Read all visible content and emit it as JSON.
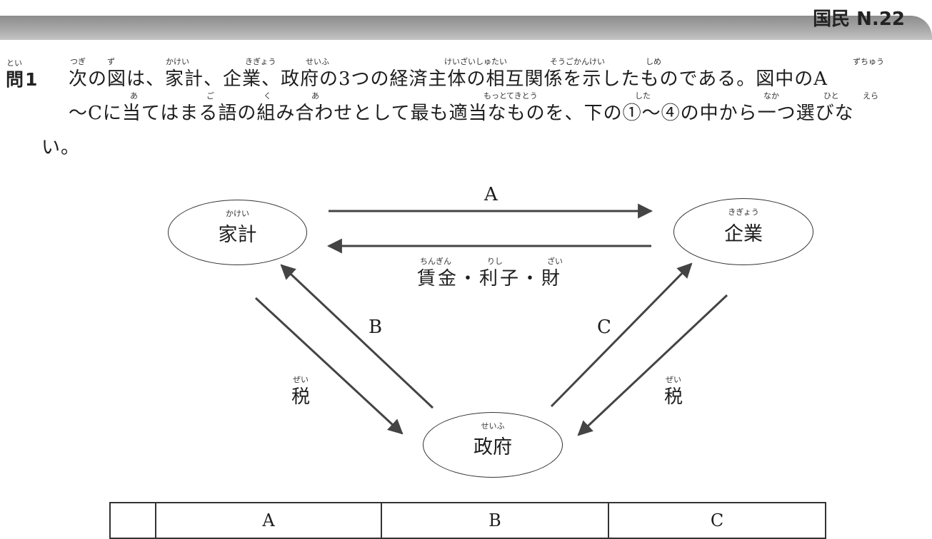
{
  "header": {
    "corner_text": "国民 N.22"
  },
  "question": {
    "label": "問1",
    "line1": "次の図は、家計、企業、政府の3つの経済主体の相互関係を示したものである。図中のA",
    "line2": "～Cに当てはまる語の組み合わせとして最も適当なものを、下の①～④の中から一つ選びな",
    "line3": "い。",
    "ruby": {
      "toi": "とい",
      "tsugi": "つぎ",
      "zu": "ず",
      "kakei": "かけい",
      "kigyou": "きぎょう",
      "seifu": "せいふ",
      "keizai": "けいざいしゅたい",
      "sougo": "そうごかんけい",
      "shime": "しめ",
      "zuchuu": "ずちゅう",
      "a1": "あ",
      "go": "ご",
      "ku": "く",
      "a2": "あ",
      "motto": "もっと",
      "tekitou": "てきとう",
      "shita": "した",
      "naka": "なか",
      "hito": "ひと",
      "era": "えら"
    }
  },
  "diagram": {
    "nodes": {
      "household": {
        "label": "家計",
        "ruby": "かけい"
      },
      "firm": {
        "label": "企業",
        "ruby": "きぎょう"
      },
      "government": {
        "label": "政府",
        "ruby": "せいふ"
      }
    },
    "labels": {
      "a": "A",
      "b": "B",
      "c": "C",
      "wages": "賃金・利子・財",
      "wages_ruby": {
        "chingin": "ちんぎん",
        "rishi": "りし",
        "zai": "ざい"
      },
      "tax_left": "税",
      "tax_right": "税",
      "tax_ruby": "ぜい"
    }
  },
  "answer_table": {
    "headers": [
      "",
      "A",
      "B",
      "C"
    ]
  }
}
